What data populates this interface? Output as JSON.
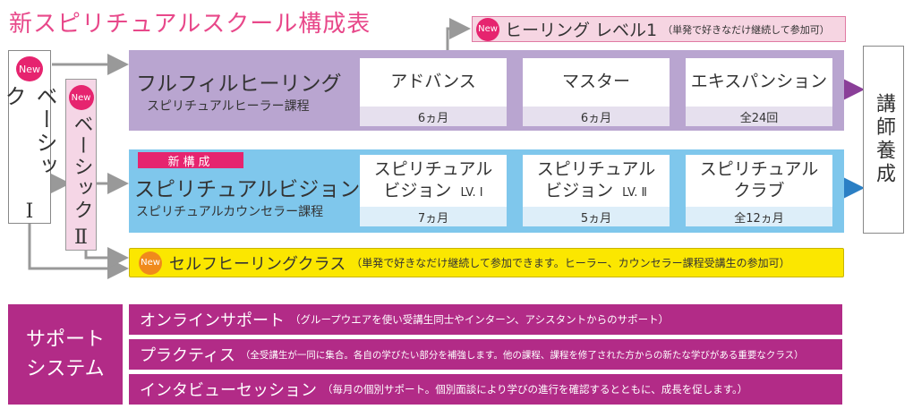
{
  "title": "新スピリチュアルスクール構成表",
  "new_label": "New",
  "basic1": {
    "name": "ベーシック",
    "numeral": "Ⅰ"
  },
  "basic2": {
    "name": "ベーシック",
    "numeral": "Ⅱ"
  },
  "top_course": {
    "label": "ヒーリング レベル1",
    "note": "（単発で好きなだけ継続して参加可）"
  },
  "healing": {
    "title": "フルフィルヒーリング",
    "subtitle": "スピリチュアルヒーラー課程",
    "stages": [
      {
        "name": "アドバンス",
        "duration": "6ヵ月"
      },
      {
        "name": "マスター",
        "duration": "6ヵ月"
      },
      {
        "name": "エキスパンション",
        "duration": "全24回"
      }
    ]
  },
  "vision": {
    "tag": "新構成",
    "title": "スピリチュアルビジョン",
    "subtitle": "スピリチュアルカウンセラー課程",
    "stages": [
      {
        "line1": "スピリチュアル",
        "line2": "ビジョン",
        "level": "LV. Ⅰ",
        "duration": "7ヵ月"
      },
      {
        "line1": "スピリチュアル",
        "line2": "ビジョン",
        "level": "LV. Ⅱ",
        "duration": "5ヵ月"
      },
      {
        "line1": "スピリチュアル",
        "line2": "クラブ",
        "level": "",
        "duration": "全12ヵ月"
      }
    ]
  },
  "instructor": "講師養成",
  "self_healing": {
    "label": "セルフヒーリングクラス",
    "note": "（単発で好きなだけ継続して参加できます。ヒーラー、カウンセラー課程受講生の参加可）"
  },
  "support": {
    "title_line1": "サポート",
    "title_line2": "システム",
    "items": [
      {
        "label": "オンラインサポート",
        "note": "（グループウエアを使い受講生同士やインターン、アシスタントからのサポート）"
      },
      {
        "label": "プラクティス",
        "note": "（全受講生が一同に集合。各自の学びたい部分を補強します。他の課程、課程を修了された方からの新たな学びがある重要なクラス）"
      },
      {
        "label": "インタビューセッション",
        "note": "（毎月の個別サポート。個別面談により学びの進行を確認するとともに、成長を促します。）"
      }
    ]
  },
  "colors": {
    "pink": "#e8488a",
    "magenta": "#b22b87",
    "purple": "#b9a5d0",
    "blue": "#7fc7ec",
    "yellow": "#fbe700"
  }
}
